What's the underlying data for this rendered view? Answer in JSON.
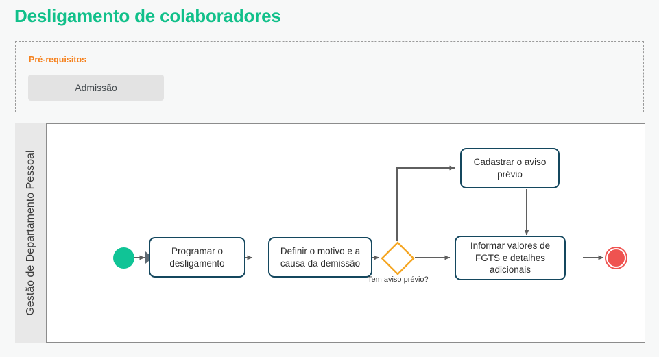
{
  "page": {
    "title": "Desligamento de colaboradores",
    "title_color": "#11c08a",
    "background": "#f7f8f8"
  },
  "prerequisites": {
    "heading": "Pré-requisitos",
    "heading_color": "#f5821f",
    "items": [
      {
        "label": "Admissão"
      }
    ]
  },
  "lane": {
    "label": "Gestão de Departamento Pessoal",
    "header_color": "#e8e8e8",
    "canvas_color": "#ffffff"
  },
  "diagram": {
    "type": "bpmn-flowchart",
    "start_event": {
      "name": "start-event",
      "color": "#10c496"
    },
    "end_event": {
      "name": "end-event",
      "color": "#ef5350"
    },
    "tasks": [
      {
        "id": "t1",
        "label": "Programar o desligamento"
      },
      {
        "id": "t2",
        "label": "Definir o motivo e a causa da demissão"
      },
      {
        "id": "t3",
        "label": "Cadastrar o aviso prévio"
      },
      {
        "id": "t4",
        "label": "Informar valores de FGTS e detalhes adicionais"
      }
    ],
    "gateways": [
      {
        "id": "g1",
        "label": "Tem aviso prévio?",
        "color": "#f5a623",
        "shape": "diamond"
      }
    ],
    "connector_color": "#5f5f5f",
    "task_border_color": "#14475e",
    "flows": [
      {
        "from": "start-event",
        "to": "t1"
      },
      {
        "from": "t1",
        "to": "t2"
      },
      {
        "from": "t2",
        "to": "g1"
      },
      {
        "from": "g1",
        "to": "t3"
      },
      {
        "from": "g1",
        "to": "t4"
      },
      {
        "from": "t3",
        "to": "t4"
      },
      {
        "from": "t4",
        "to": "end-event"
      }
    ]
  }
}
